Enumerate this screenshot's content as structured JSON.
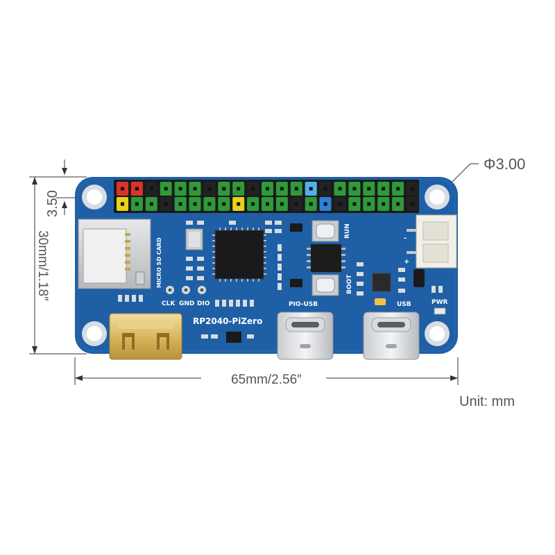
{
  "dimensions": {
    "hole_diameter": "Φ3.00",
    "hole_offset": "3.50",
    "height": "30mm/1.18″",
    "width": "65mm/2.56″",
    "unit": "Unit: mm"
  },
  "board": {
    "name": "RP2040-PiZero",
    "labels": {
      "sd_card": "MICRO SD CARD",
      "clk": "CLK",
      "gnd": "GND",
      "dio": "DIO",
      "run": "RUN",
      "boot": "BOOT",
      "pio_usb": "PIO-USB",
      "usb": "USB",
      "pwr": "PWR"
    },
    "colors": {
      "pcb": "#1f5fa6",
      "pin_red": "#d9342b",
      "pin_yellow": "#e8d21c",
      "pin_green": "#2e9a3a",
      "pin_black": "#222222",
      "pin_blue": "#2f7fd6",
      "pin_lightblue": "#4fb3e8"
    },
    "header_top": [
      "red",
      "red",
      "black",
      "green",
      "green",
      "green",
      "black",
      "green",
      "green",
      "black",
      "green",
      "green",
      "green",
      "lightblue",
      "black",
      "green",
      "green",
      "green",
      "green",
      "green",
      "black"
    ],
    "header_bottom": [
      "yellow",
      "green",
      "green",
      "black",
      "green",
      "green",
      "green",
      "green",
      "yellow",
      "green",
      "green",
      "green",
      "black",
      "green",
      "blue",
      "black",
      "green",
      "green",
      "green",
      "green",
      "black"
    ]
  }
}
